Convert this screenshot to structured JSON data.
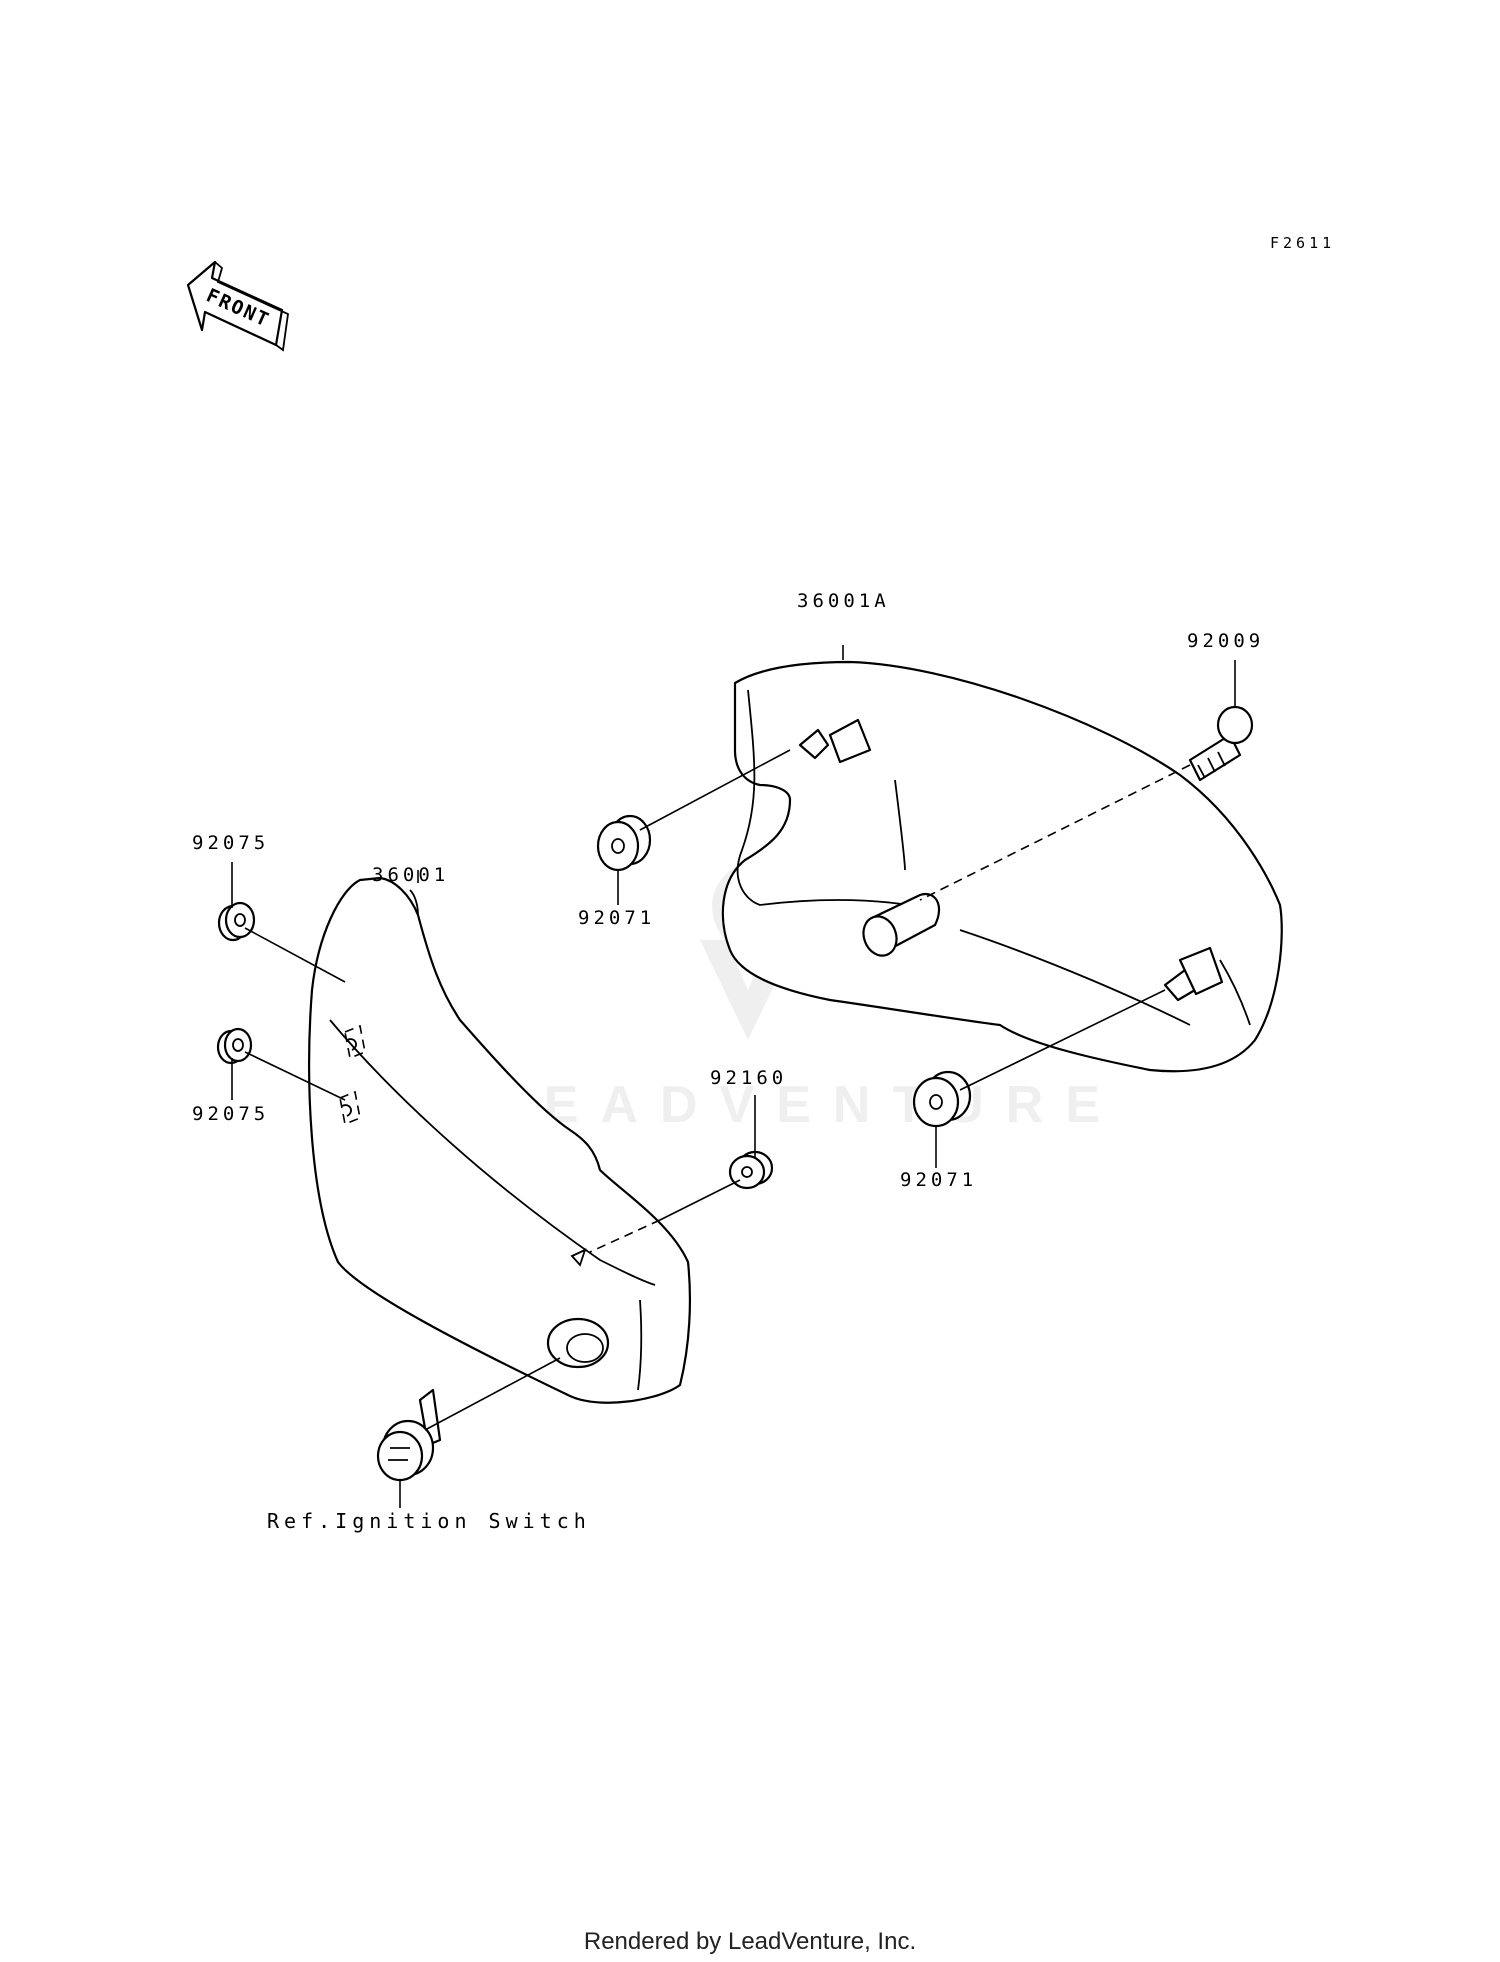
{
  "figure_code": "F2611",
  "front_arrow_label": "FRONT",
  "callouts": {
    "left_cover": "36001",
    "right_cover": "36001A",
    "bolt": "92009",
    "grommet_left_top": "92075",
    "grommet_left_bottom": "92075",
    "damper_center": "92160",
    "grommet_right_upper": "92071",
    "grommet_right_lower": "92071"
  },
  "reference_note": "Ref.Ignition Switch",
  "watermark": "LEADVENTURE",
  "footer": "Rendered by LeadVenture, Inc.",
  "colors": {
    "line": "#000000",
    "background": "#ffffff",
    "watermark": "#eeeeee"
  }
}
